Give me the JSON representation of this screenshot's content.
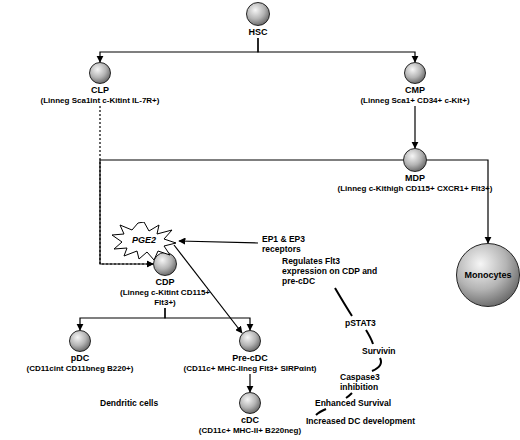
{
  "diagram": {
    "nodes": [
      {
        "text": [
          "HSC"
        ]
      },
      {
        "text": [
          "CLP",
          "(Linneg Sca1int c-Kitint IL-7R+)"
        ]
      },
      {
        "text": [
          "CMP",
          "(Linneg Sca1+ CD34+ c-Kit+)"
        ]
      },
      {
        "text": [
          "MDP",
          "(Linneg c-Kithigh CD115+ CXCR1+ Flt3+)"
        ]
      },
      {
        "text": [
          "Monocytes"
        ]
      },
      {
        "text": [
          "CDP",
          "(Linneg c-Kitint CD115+ Flt3+)"
        ]
      },
      {
        "text": [
          "PGE2"
        ]
      },
      {
        "text": [
          "pDC",
          "(CD11cint CD11bneg B220+)"
        ]
      },
      {
        "text": [
          "Pre-cDC",
          "(CD11c+ MHC-IIneg Flt3+ SIRPαint)"
        ]
      },
      {
        "text": [
          "cDC",
          "(CD11c+ MHC-II+ B220neg)"
        ]
      }
    ],
    "edges": [
      {
        "from": 0,
        "to": 1,
        "arrow": "to"
      },
      {
        "from": 0,
        "to": 2,
        "arrow": "to"
      },
      {
        "from": 2,
        "to": 3,
        "arrow": "to"
      },
      {
        "from": 3,
        "to": 5,
        "arrow": "to"
      },
      {
        "from": 1,
        "to": 5,
        "arrow": "to"
      },
      {
        "from": 3,
        "to": 4,
        "arrow": "to"
      },
      {
        "from": 5,
        "to": 7,
        "arrow": "to"
      },
      {
        "from": 5,
        "to": 8,
        "arrow": "to"
      },
      {
        "from": 8,
        "to": 9,
        "arrow": "to"
      },
      {
        "from": 6,
        "to": 8,
        "arrow": "to"
      }
    ],
    "labels": [
      "EP1 & EP3 receptors",
      "Regulates Flt3 expression on CDP and pre-cDC",
      "pSTAT3",
      "Survivin",
      "Caspase3 inhibition",
      "Enhanced Survival",
      "Increased DC development",
      "Dendritic cells"
    ]
  }
}
